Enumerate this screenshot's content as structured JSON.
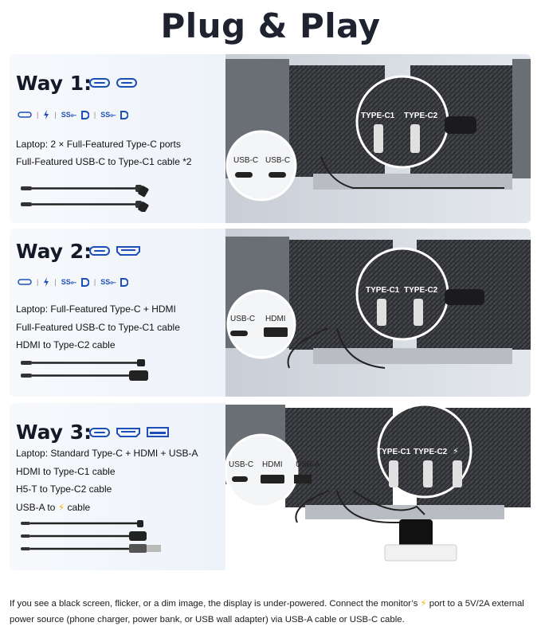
{
  "title": "Plug & Play",
  "panels": [
    {
      "heading": "Way 1:",
      "lines": [
        "Laptop: 2 × Full-Featured Type-C ports",
        "Full-Featured USB-C to Type-C1 cable *2"
      ],
      "inset_labels": [
        "USB-C",
        "USB-C"
      ],
      "monitor_labels": [
        "TYPE-C1",
        "TYPE-C2"
      ]
    },
    {
      "heading": "Way 2:",
      "lines": [
        "Laptop: Full-Featured Type-C + HDMI",
        "Full-Featured USB-C to Type-C1 cable",
        "HDMI to Type-C2 cable"
      ],
      "inset_labels": [
        "USB-C",
        "HDMI"
      ],
      "monitor_labels": [
        "TYPE-C1",
        "TYPE-C2"
      ]
    },
    {
      "heading": "Way 3:",
      "lines": [
        "Laptop: Standard Type-C + HDMI + USB-A",
        "HDMI to Type-C1 cable",
        "H5-T to Type-C2 cable",
        "USB-A to",
        "cable"
      ],
      "inset_labels": [
        "USB-C",
        "HDMI",
        "USB-A"
      ],
      "monitor_labels": [
        "TYPE-C1",
        "TYPE-C2"
      ]
    }
  ],
  "logo_text": {
    "ss": "SS"
  },
  "footnote": {
    "part1": "If you see a black screen, flicker, or a dim image, the display is under-powered. Connect the monitor’s",
    "part2": "port to a 5V/2A external power source (phone charger, power bank, or USB wall adapter) via USB-A cable or USB-C cable."
  },
  "icons": [
    "usb-c-port-icon",
    "hdmi-port-icon",
    "usb-a-port-icon",
    "thunderbolt-icon",
    "superspeed-usb-icon",
    "displayport-icon",
    "lightning-bolt-icon"
  ],
  "colors": {
    "accent_blue": "#1d4fb8",
    "bolt_yellow": "#f2b400"
  }
}
